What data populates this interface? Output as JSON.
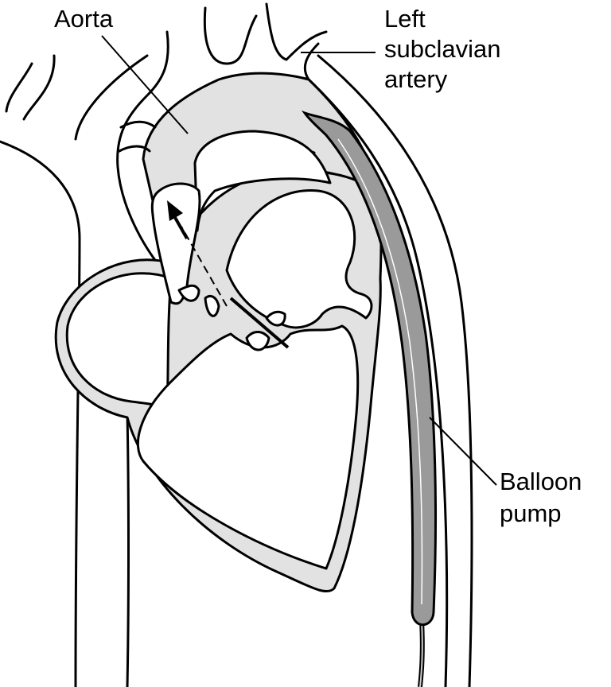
{
  "labels": {
    "aorta": "Aorta",
    "left_subclavian_line1": "Left",
    "left_subclavian_line2": "subclavian",
    "left_subclavian_line3": "artery",
    "balloon_line1": "Balloon",
    "balloon_line2": "pump"
  },
  "colors": {
    "heart_wall": "#e2e2e2",
    "balloon": "#9a9a9a",
    "outline": "#000000"
  }
}
